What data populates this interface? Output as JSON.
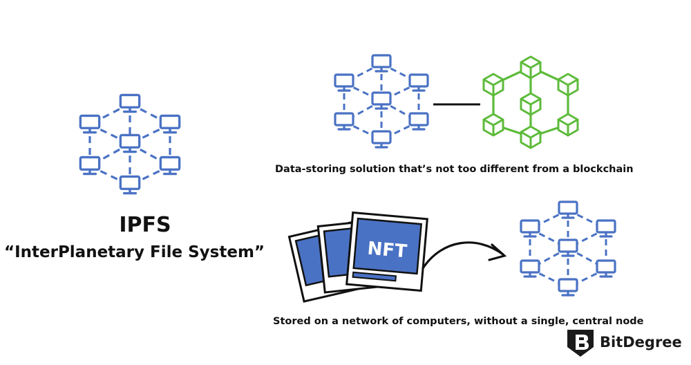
{
  "title": {
    "acronym": "IPFS",
    "full_name": "“InterPlanetary File System”"
  },
  "captions": {
    "blockchain": "Data-storing solution that’s not too different from a blockchain",
    "storage": "Stored on a network of computers, without a single, central node"
  },
  "nft": {
    "label": "NFT"
  },
  "brand": {
    "name": "BitDegree"
  },
  "colors": {
    "network": "#4a72c4",
    "blockchain": "#5dbb3a",
    "ink": "#111111",
    "card_fill": "#4a72c4"
  },
  "icons": {
    "computer": "monitor-icon",
    "block": "cube-icon",
    "logo": "bitdegree-shield-icon"
  }
}
